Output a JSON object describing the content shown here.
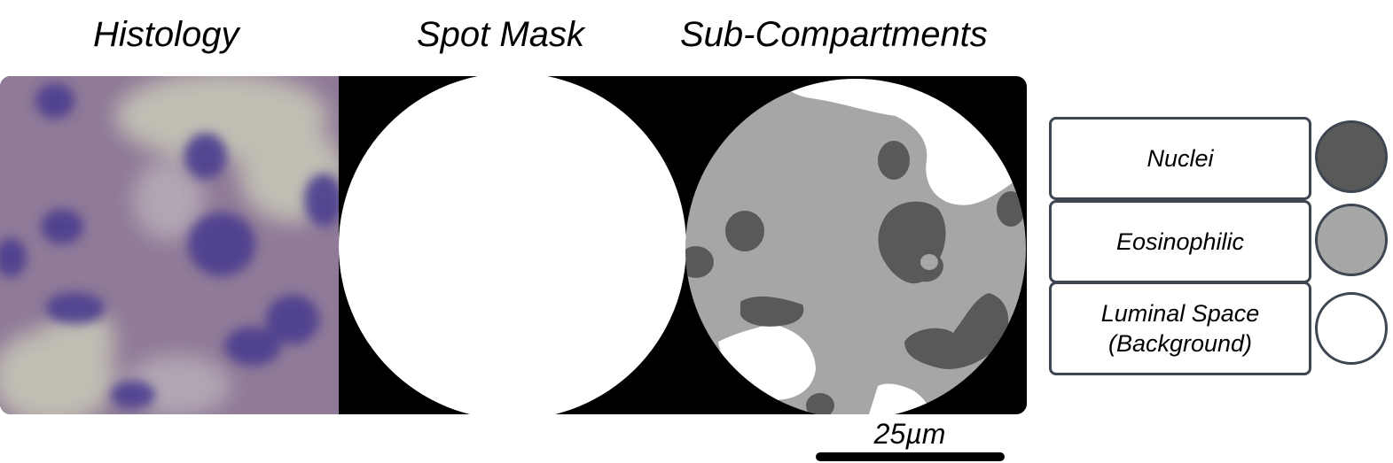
{
  "panels": {
    "histology_title": "Histology",
    "spot_mask_title": "Spot Mask",
    "subcompartments_title": "Sub-Compartments"
  },
  "legend": [
    {
      "label": "Nuclei",
      "color": "#595959"
    },
    {
      "label": "Eosinophilic",
      "color": "#a6a6a6"
    },
    {
      "label": "Luminal Space (Background)",
      "color": "#ffffff"
    }
  ],
  "scale_bar": {
    "label": "25µm"
  },
  "colors": {
    "histology_base": "#8f7a98",
    "nuclei_stain": "#4b3d8f",
    "luminal_stain": "#c9c9b8",
    "mask_background": "#000000",
    "mask_foreground": "#ffffff"
  }
}
